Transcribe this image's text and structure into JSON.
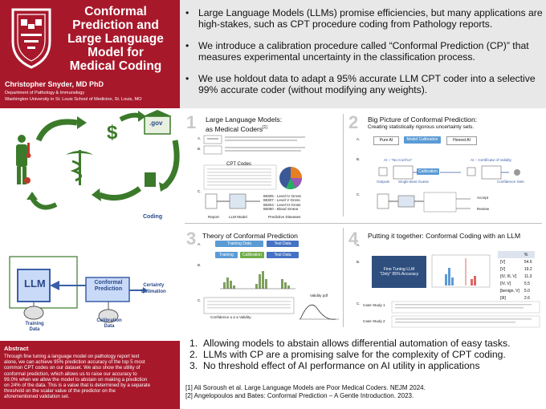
{
  "title": {
    "line1": "Conformal",
    "line2": "Prediction and",
    "line3": "Large Language",
    "line4": "Model for",
    "line5": "Medical Coding"
  },
  "author": {
    "name": "Christopher Snyder, MD PhD",
    "dept": "Department of Pathology & Immunology",
    "inst": "Washington University in St. Louis School of Medicine, St. Louis, MO"
  },
  "cycle": {
    "gov": ".gov",
    "coding": "Coding"
  },
  "flow": {
    "llm": "LLM",
    "conformal": "Conformal",
    "prediction": "Prediction",
    "training": "Training",
    "data": "Data",
    "calibration": "Calibration",
    "certainty": "Certainty",
    "estimation": "Estimation"
  },
  "abstract": {
    "heading": "Abstract",
    "lines": [
      "Through fine tuning a language model on pathology report text",
      "alone, we can achieve 95% prediction accuracy of the top 5 most",
      "common CPT codes on our dataset. We also show the utility of",
      "conformal prediction, which allows us to raise our accuracy to",
      "99.0% when we allow the model to abstain on making a prediction",
      "on 24% of the data. This is a value that is determined by a separate",
      "threshold on the scalar value of the predictor on the",
      "aforementioned validation set."
    ]
  },
  "intro": {
    "bullets": [
      [
        "Large Language Models (LLMs) promise efficiencies, but many applications are",
        "high-stakes, such as CPT procedure coding from Pathology reports."
      ],
      [
        "We introduce a calibration procedure called “Conformal Prediction (CP)” that",
        "measures experimental uncertainty in the classification process."
      ],
      [
        "We use holdout data to adapt a 95% accurate LLM CPT coder into a selective",
        "99% accurate coder (without modifying any weights)."
      ]
    ]
  },
  "panels": {
    "p1": {
      "num": "1",
      "title1": "Large Language Models:",
      "title2": "as Medical Coders",
      "ref": "[1]",
      "cpt": "CPT Codes",
      "report": "Report",
      "llm_model": "LLM Model",
      "predictive": "Predictive Diseases",
      "codes": [
        "88305 - Level IV Gross",
        "88307 - Level V Gross",
        "88304 - Level III Gross",
        "85060 - Blood Smear"
      ]
    },
    "p2": {
      "num": "2",
      "title": "Big Picture of Conformal Prediction:",
      "sub": "Creating statistically rigorous uncertainty sets.",
      "pure_ai": "Pure AI",
      "model_calibration": "Model Calibration",
      "honest_ai": "Honest AI",
      "ai_no_conf": "AI – “No Conf’ce”",
      "calibration": "Calibration",
      "ai_cert": "AI – Certificate of Validity",
      "outputs": "Outputs",
      "single_best": "Single Best Guess",
      "conf_sets": "Confidence Sets",
      "accept": "Accept",
      "review": "Review"
    },
    "p3": {
      "num": "3",
      "title": "Theory of Conformal Prediction",
      "training_data": "Training Data",
      "test_data": "Test Data",
      "training": "Training",
      "calibration_data": "Calibration Data",
      "test_data2": "Test Data",
      "validity": "Validity pdf",
      "confidence": "Confidence ≤ α ≤ Validity"
    },
    "p4": {
      "num": "4",
      "title": "Putting it together: Conformal Coding with an LLM",
      "finetune1": "Fine Tuning LLM",
      "finetune2": "“Only” 95% Accuracy",
      "table_header": [
        "",
        "%"
      ],
      "table_rows": [
        [
          "[V]",
          "54.6"
        ],
        [
          "[V]",
          "19.2"
        ],
        [
          "[IV, III, V]",
          "11.3"
        ],
        [
          "[IV, V]",
          "5.5"
        ],
        [
          "[benign, V]",
          "5.0"
        ],
        [
          "[III]",
          "2.6"
        ]
      ],
      "case1": "Case Study 1",
      "case2": "Case Study 2"
    }
  },
  "conclusions": [
    "Allowing models to abstain allows differential automation of easy tasks.",
    "LLMs with CP are a promising salve for the complexity of CPT coding.",
    "No threshold effect of AI performance on AI utility in applications"
  ],
  "references": [
    "[1] Ali Soroush et al. Large Language Models are Poor Medical Coders. NEJM 2024.",
    "[2] Angelopoulos and Bates: Conformal Prediction – A Gentle Introduction. 2023."
  ]
}
